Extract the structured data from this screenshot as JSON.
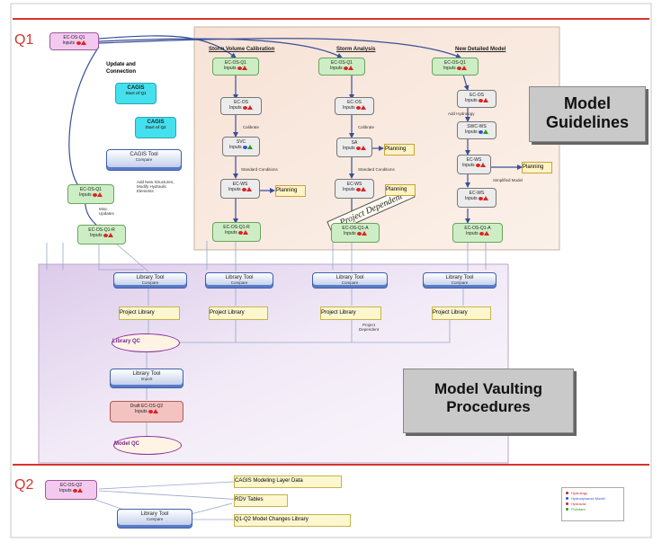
{
  "quarters": {
    "q1": "Q1",
    "q2": "Q2"
  },
  "callouts": {
    "guidelines": [
      "Model",
      "Guidelines"
    ],
    "vaulting": [
      "Model Vaulting",
      "Procedures"
    ]
  },
  "headers": {
    "storm_volume": "Storm Volume Calibration",
    "storm_analysis": "Storm Analysis",
    "new_detailed": "New Detailed Model",
    "update_connection": [
      "Update and",
      "Connection"
    ]
  },
  "nodes": {
    "q1_start": "EC-OS-Q1",
    "inputs": "Inputs",
    "col1_top": "EC-OS-Q1",
    "col1_os": "EC-OS",
    "col1_svc": "SVC",
    "col1_ws": "EC-WS",
    "col1_out": "EC-OS-Q1-R",
    "col2_top": "EC-OS-Q1",
    "col2_os": "EC-OS",
    "col2_sa": "SA",
    "col2_ws": "EC-WS",
    "col2_out": "EC-OS-Q1-A",
    "col3_top": "EC-OS-Q1",
    "col3_os": "EC-OS",
    "col3_svc": "SWC-WS",
    "col3_ws1": "EC-WS",
    "col3_ws2": "EC-WS",
    "col3_out": "EC-OS-Q1-A",
    "left_q1": "EC-OS-Q1",
    "left_out": "EC-OS-Q1-R",
    "cagis1": [
      "CAGIS",
      "Start of Q1"
    ],
    "cagis2": [
      "CAGIS",
      "Start of Q2"
    ],
    "cagis_tool": [
      "CAGIS Tool",
      "Compare"
    ],
    "q2_start": "EC-OS-Q2"
  },
  "planning": [
    "Planning",
    "Planning",
    "Planning",
    "Planning"
  ],
  "project_dependent": "Project Dependent",
  "library_tools": [
    {
      "title": "Library Tool",
      "sub": "Compare"
    },
    {
      "title": "Library Tool",
      "sub": "Compare"
    },
    {
      "title": "Library Tool",
      "sub": "Compare"
    },
    {
      "title": "Library Tool",
      "sub": "Compare"
    }
  ],
  "project_libraries": [
    "Project Library",
    "Project Library",
    "Project Library",
    "Project Library"
  ],
  "library_qc": "Library QC",
  "library_import": {
    "title": "Library Tool",
    "sub": "Import"
  },
  "draft": "Draft EC-OS-Q2",
  "model_qc": "Model QC",
  "q2_tool": {
    "title": "Library Tool",
    "sub": "Compare"
  },
  "q2_outputs": [
    "CAGIS Modeling Layer Data",
    "RDV Tables",
    "Q1-Q2 Model Changes Library"
  ],
  "edge_labels": {
    "calibrate1": "Calibrate",
    "calibrate2": "Calibrate",
    "std_cond1": "Standard Conditions",
    "std_cond2": "Standard Conditions",
    "add_new": "Add New Structures, Modify Hydraulic Elements",
    "simplified": "Simplified Model",
    "misc": "Misc. Updates",
    "add_hydro": "Add Hydrology",
    "project_dep_small": "Project Dependent"
  },
  "legend": [
    "Hydrology",
    "Hydrodynamic Model",
    "Hydraulic",
    "Pollutant"
  ],
  "colors": {
    "quarter_line": "#d9332b",
    "top_panel": "#f8e7dc",
    "bottom_panel": "#e8dcef",
    "edge": "#3a4f9a",
    "legend": [
      "#c22",
      "#3a4fc8",
      "#c22",
      "#2a9a2a"
    ]
  }
}
